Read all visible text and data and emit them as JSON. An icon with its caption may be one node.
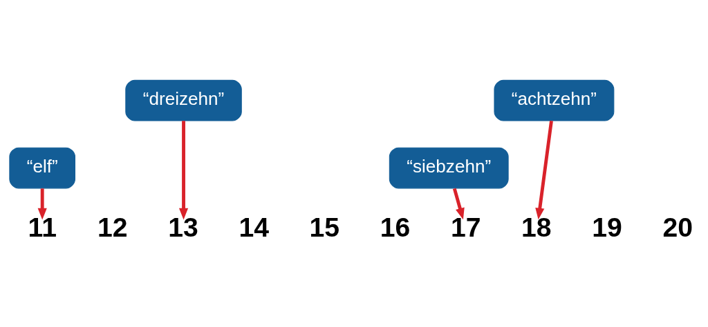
{
  "diagram": {
    "nodes": [
      {
        "text": [
          "“elf”"
        ]
      },
      {
        "text": [
          "“dreizehn”"
        ]
      },
      {
        "text": [
          "“siebzehn”"
        ]
      },
      {
        "text": [
          "“achtzehn”"
        ]
      },
      {
        "text": [
          "11"
        ]
      },
      {
        "text": [
          "12"
        ]
      },
      {
        "text": [
          "13"
        ]
      },
      {
        "text": [
          "14"
        ]
      },
      {
        "text": [
          "15"
        ]
      },
      {
        "text": [
          "16"
        ]
      },
      {
        "text": [
          "17"
        ]
      },
      {
        "text": [
          "18"
        ]
      },
      {
        "text": [
          "19"
        ]
      },
      {
        "text": [
          "20"
        ]
      }
    ],
    "edges": [
      {
        "from": 0,
        "to": 4,
        "arrow": "to"
      },
      {
        "from": 1,
        "to": 6,
        "arrow": "to"
      },
      {
        "from": 2,
        "to": 10,
        "arrow": "to"
      },
      {
        "from": 3,
        "to": 11,
        "arrow": "to"
      }
    ]
  }
}
